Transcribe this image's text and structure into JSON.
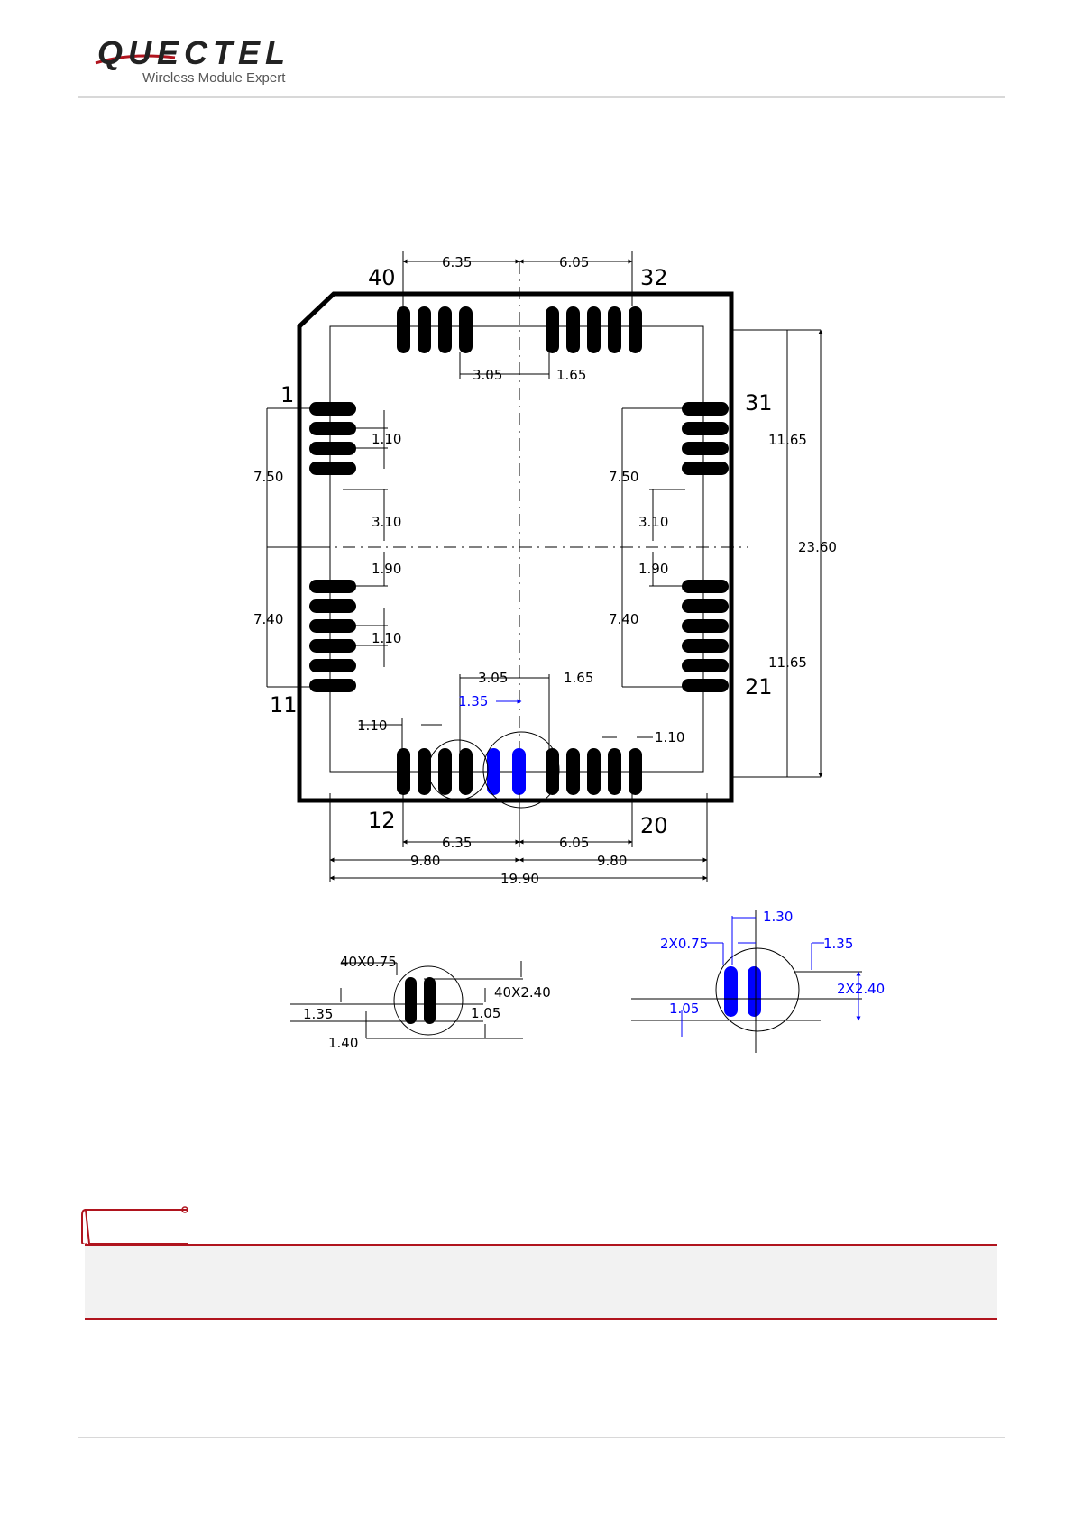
{
  "header": {
    "brand": "QUECTEL",
    "tagline": "Wireless Module Expert"
  },
  "colors": {
    "drawing": "#000000",
    "highlight": "#0000ff",
    "note_accent": "#b0141e",
    "note_bg": "#f2f2f2",
    "rule": "#d8d8d8"
  },
  "footprint": {
    "pin_labels": {
      "p40": "40",
      "p32": "32",
      "p1": "1",
      "p31": "31",
      "p11": "11",
      "p21": "21",
      "p12": "12",
      "p20": "20"
    },
    "dims": {
      "top_left": "6.35",
      "top_right": "6.05",
      "top_inner_left": "3.05",
      "top_inner_right": "1.65",
      "left_pitch_top": "1.10",
      "left_span_top": "7.50",
      "left_gap_upper": "3.10",
      "left_gap_lower": "1.90",
      "left_span_bottom": "7.40",
      "left_pitch_bottom": "1.10",
      "right_span_top": "7.50",
      "right_gap_upper": "3.10",
      "right_gap_lower": "1.90",
      "right_span_bottom": "7.40",
      "right_half_top": "11.65",
      "right_total": "23.60",
      "right_half_bottom": "11.65",
      "bottom_inner_left": "3.05",
      "bottom_inner_right": "1.65",
      "bottom_blue_pitch": "1.35",
      "bottom_pitch_left": "1.10",
      "bottom_pitch_right": "1.10",
      "bottom_left": "6.35",
      "bottom_right": "6.05",
      "bottom_half_left": "9.80",
      "bottom_half_right": "9.80",
      "bottom_total": "19.90"
    }
  },
  "detail_left": {
    "width": "40X0.75",
    "length": "40X2.40",
    "d1": "1.35",
    "d2": "1.05",
    "d3": "1.40"
  },
  "detail_right": {
    "pitch": "1.30",
    "width": "2X0.75",
    "offset": "1.35",
    "length": "2X2.40",
    "d1": "1.05"
  },
  "note": {
    "text": ""
  }
}
